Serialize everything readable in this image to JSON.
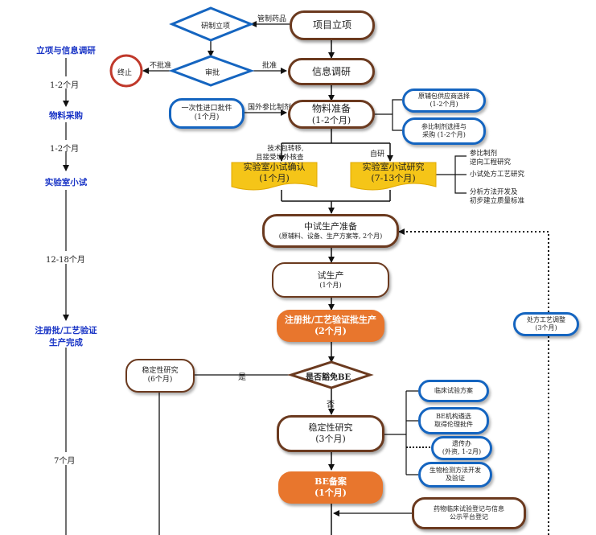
{
  "timeline": [
    {
      "stage": "立项与信息调研",
      "duration": "1-2个月"
    },
    {
      "stage": "物料采购",
      "duration": "1-2个月"
    },
    {
      "stage": "实验室小试",
      "duration": "12-18个月"
    },
    {
      "stage": "注册批/工艺验证",
      "stage_line2": "生产完成",
      "duration": "7个月"
    }
  ],
  "nodes": {
    "project": "项目立项",
    "research_decision": "研制立项",
    "approval_decision": "审批",
    "terminate": "终止",
    "info_research": "信息调研",
    "material": {
      "title": "物料准备",
      "sub": "(1-2个月)"
    },
    "import_lot": {
      "title": "一次性进口批件",
      "sub": "(1个月)"
    },
    "supplier": {
      "title": "原辅包供应商选择",
      "sub": "(1-2个月)"
    },
    "reference": {
      "title": "参比制剂选择与",
      "title2": "采购 (1-2个月)"
    },
    "lab_confirm": {
      "title": "实验室小试确认",
      "sub": "(1个月)"
    },
    "lab_study": {
      "title": "实验室小试研究",
      "sub": "(7-13个月)"
    },
    "lab_study_items": [
      "参比制剂",
      "逆向工程研究",
      "小试处方工艺研究",
      "分析方法开发及",
      "初步建立质量标准"
    ],
    "pilot_prep": {
      "title": "中试生产准备",
      "sub": "(原辅料、设备、生产方案等, 2个月)"
    },
    "trial": {
      "title": "试生产",
      "sub": "(1个月)"
    },
    "registration": {
      "title": "注册批/工艺验证批生产",
      "sub": "(2个月)"
    },
    "be_exempt": "是否豁免BE",
    "stability_left": {
      "title": "稳定性研究",
      "sub": "(6个月)"
    },
    "stability": {
      "title": "稳定性研究",
      "sub": "(3个月)"
    },
    "be_filing": {
      "title": "BE备案",
      "sub": "(1个月)"
    },
    "clinical_plan": "临床试验方案",
    "be_institution": {
      "title": "BE机构遴选",
      "title2": "取得伦理批件"
    },
    "genetic": {
      "title": "遗传办",
      "sub": "(外资, 1-2月)"
    },
    "bio_method": {
      "title": "生物检测方法开发",
      "title2": "及验证"
    },
    "drug_registry": {
      "title": "药物临床试验登记与信息",
      "title2": "公示平台登记"
    },
    "formula_adjust": {
      "title": "处方工艺调整",
      "sub": "(3个月)"
    }
  },
  "edge_labels": {
    "controlled": "管制药品",
    "not_approved": "不批准",
    "approved": "批准",
    "foreign_ref": "国外参比制剂",
    "tech_transfer": "技术包转移,",
    "tech_transfer2": "且接受境外核查",
    "self_dev": "自研",
    "yes": "是",
    "no": "否"
  }
}
